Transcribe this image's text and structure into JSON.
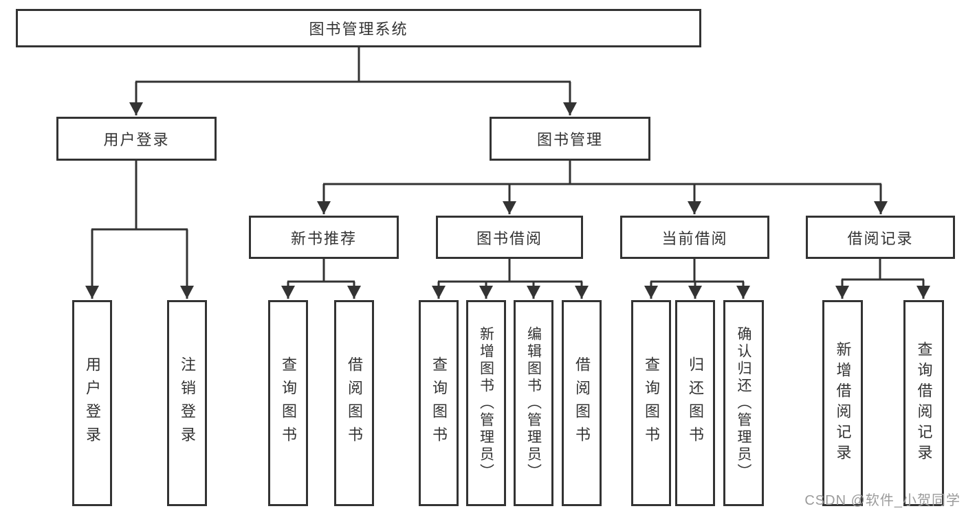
{
  "diagram_type": "hierarchy-tree",
  "colors": {
    "background": "#ffffff",
    "line": "#333333",
    "box_border": "#333333",
    "text": "#333333",
    "watermark": "#9b9b9b"
  },
  "tree": {
    "root": {
      "label": "图书管理系统",
      "children": [
        {
          "label": "用户登录",
          "children": [
            {
              "label": "用户登录"
            },
            {
              "label": "注销登录"
            }
          ]
        },
        {
          "label": "图书管理",
          "children": [
            {
              "label": "新书推荐",
              "children": [
                {
                  "label": "查询图书"
                },
                {
                  "label": "借阅图书"
                }
              ]
            },
            {
              "label": "图书借阅",
              "children": [
                {
                  "label": "查询图书"
                },
                {
                  "label": "新增图书（管理员）"
                },
                {
                  "label": "编辑图书（管理员）"
                },
                {
                  "label": "借阅图书"
                }
              ]
            },
            {
              "label": "当前借阅",
              "children": [
                {
                  "label": "查询图书"
                },
                {
                  "label": "归还图书"
                },
                {
                  "label": "确认归还（管理员）"
                }
              ]
            },
            {
              "label": "借阅记录",
              "children": [
                {
                  "label": "新增借阅记录"
                },
                {
                  "label": "查询借阅记录"
                }
              ]
            }
          ]
        }
      ]
    }
  },
  "watermark": {
    "text": "CSDN @软件_小贺同学"
  }
}
